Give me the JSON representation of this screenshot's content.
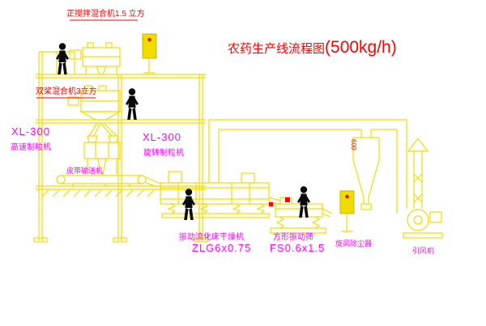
{
  "title": {
    "text": "农药生产线流程图",
    "capacity": "(500kg/h)"
  },
  "labels": {
    "top_mixer": "正搅拌混合机1.5 立方",
    "twin_paddle_mixer": "双桨混合机3立方",
    "granulator_left_model": "XL-300",
    "granulator_left_name": "高速制粒机",
    "granulator_right_model": "XL-300",
    "granulator_right_name": "旋转制粒机",
    "belt_conveyor": "皮带输送机",
    "dryer_name": "振动流化床干燥机",
    "dryer_model": "ZLG6x0.75",
    "screen_name": "方形振动筛",
    "screen_model": "FS0.6x1.5",
    "cyclone": "旋风除尘器",
    "fan": "引风机",
    "pipe_dim": "600"
  },
  "colors": {
    "line": "#f0dd00",
    "red": "#ff0000",
    "magenta": "#ff00ff",
    "figure": "#0a0a0a",
    "background": "#ffffff"
  }
}
